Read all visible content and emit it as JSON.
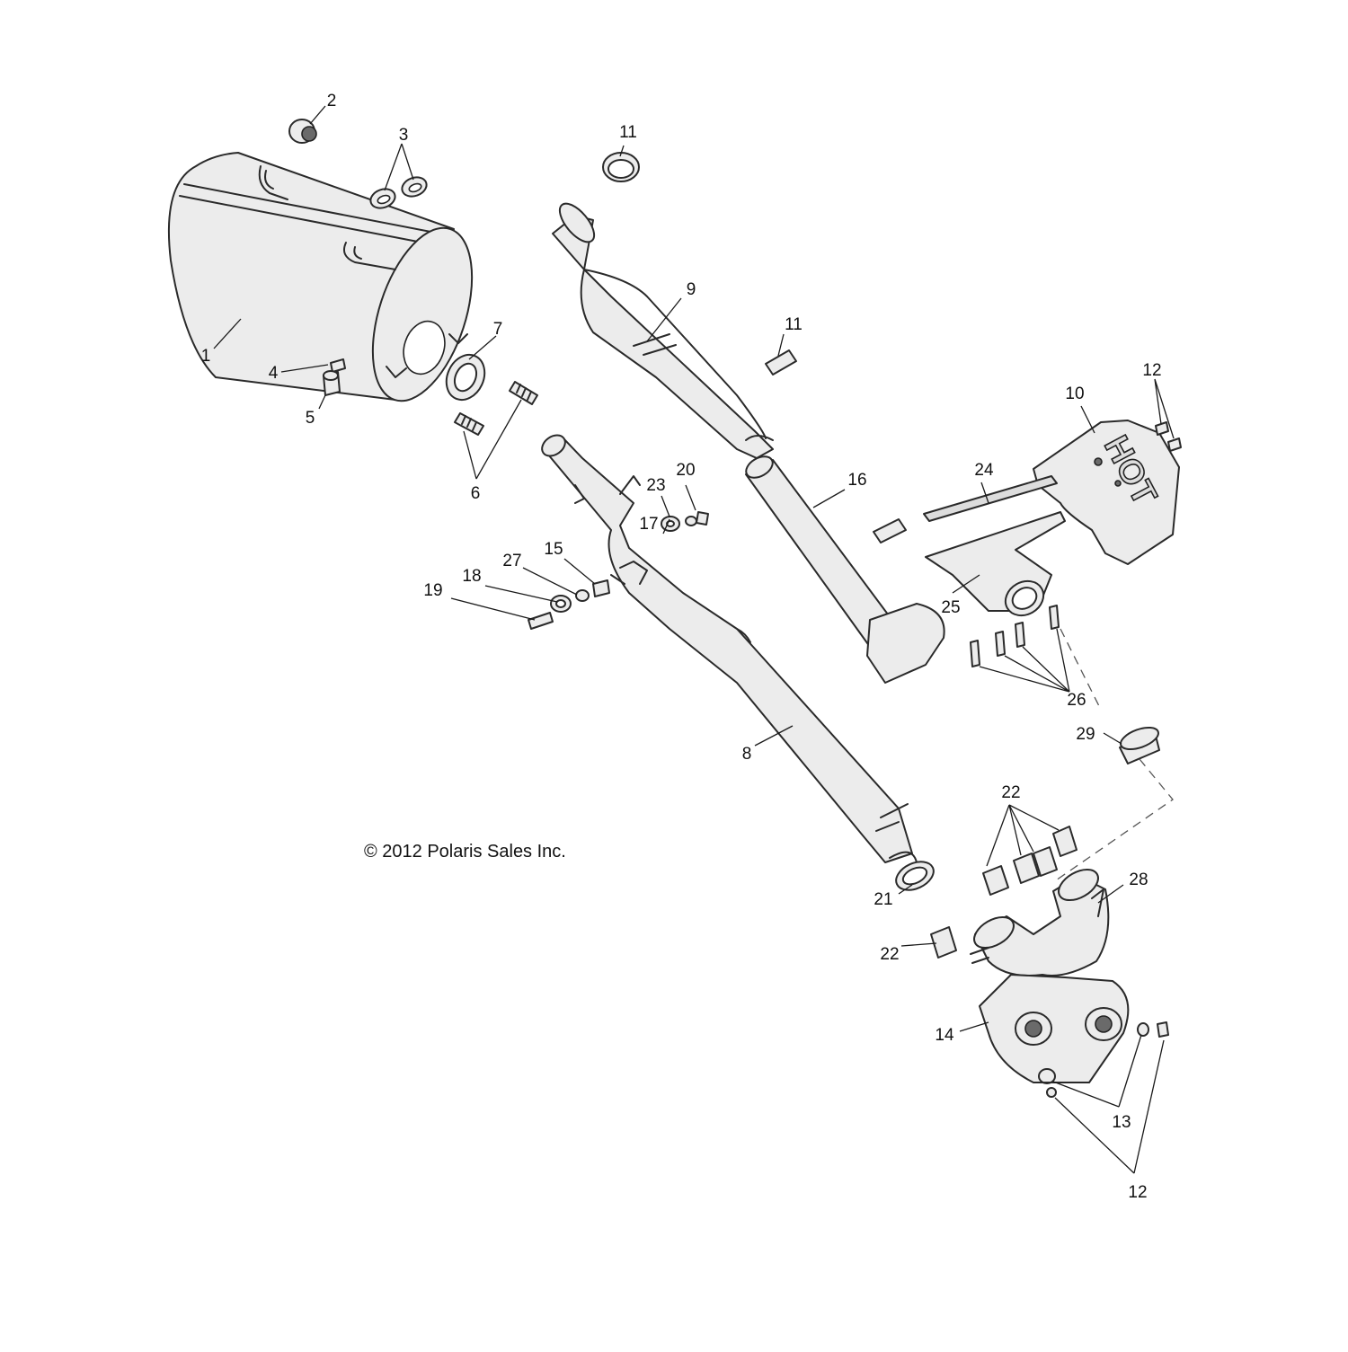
{
  "copyright": "© 2012 Polaris Sales Inc.",
  "heat_shield_text": "HOT",
  "callouts": [
    "1",
    "2",
    "3",
    "4",
    "5",
    "6",
    "7",
    "8",
    "9",
    "10",
    "11",
    "11",
    "12",
    "12",
    "13",
    "14",
    "15",
    "16",
    "17",
    "18",
    "19",
    "20",
    "21",
    "22",
    "22",
    "23",
    "24",
    "25",
    "26",
    "27",
    "28",
    "29"
  ]
}
